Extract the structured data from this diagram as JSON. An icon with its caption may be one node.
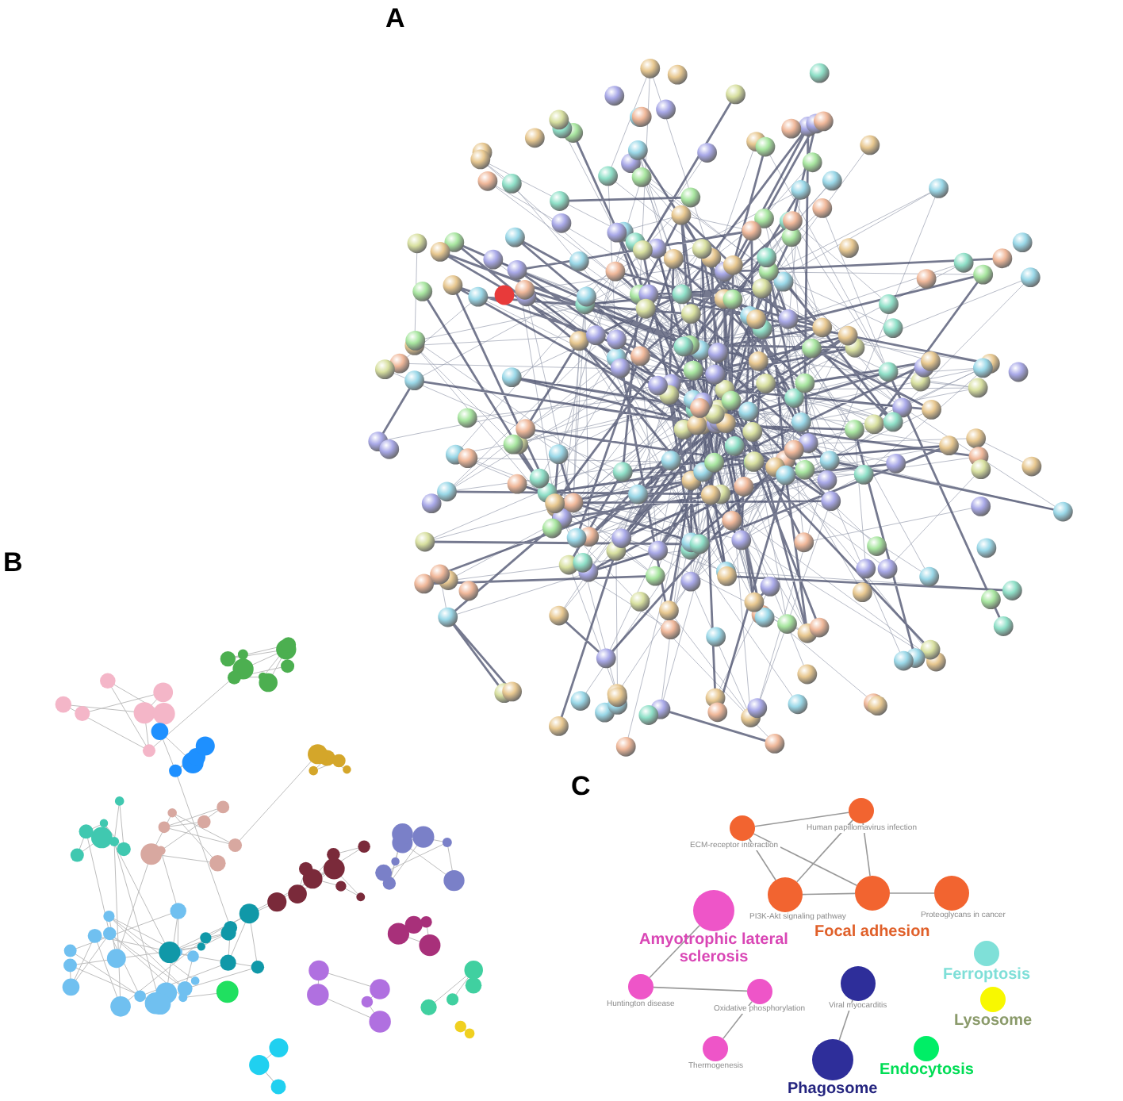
{
  "diagram": {
    "nodes": [
      {
        "text": [
          "ECM-receptor interaction"
        ]
      },
      {
        "text": [
          "Human papillomavirus infection"
        ]
      },
      {
        "text": [
          "PI3K-Akt signaling pathway"
        ]
      },
      {
        "text": [
          "Focal adhesion"
        ]
      },
      {
        "text": [
          "Proteoglycans in cancer"
        ]
      },
      {
        "text": [
          "Amyotrophic lateral sclerosis"
        ]
      },
      {
        "text": [
          "Huntington disease"
        ]
      },
      {
        "text": [
          "Oxidative phosphorylation"
        ]
      },
      {
        "text": [
          "Thermogenesis"
        ]
      },
      {
        "text": [
          "Viral myocarditis"
        ]
      },
      {
        "text": [
          "Phagosome"
        ]
      },
      {
        "text": [
          "Ferroptosis"
        ]
      },
      {
        "text": [
          "Lysosome"
        ]
      },
      {
        "text": [
          "Endocytosis"
        ]
      }
    ],
    "edges": [
      {
        "from": 0,
        "to": 1,
        "arrow": "none"
      },
      {
        "from": 0,
        "to": 2,
        "arrow": "none"
      },
      {
        "from": 0,
        "to": 3,
        "arrow": "none"
      },
      {
        "from": 1,
        "to": 2,
        "arrow": "none"
      },
      {
        "from": 1,
        "to": 3,
        "arrow": "none"
      },
      {
        "from": 2,
        "to": 3,
        "arrow": "none"
      },
      {
        "from": 3,
        "to": 4,
        "arrow": "none"
      },
      {
        "from": 5,
        "to": 6,
        "arrow": "none"
      },
      {
        "from": 6,
        "to": 7,
        "arrow": "none"
      },
      {
        "from": 7,
        "to": 8,
        "arrow": "none"
      },
      {
        "from": 9,
        "to": 10,
        "arrow": "none"
      }
    ],
    "labels": [
      "A",
      "B",
      "C"
    ]
  }
}
